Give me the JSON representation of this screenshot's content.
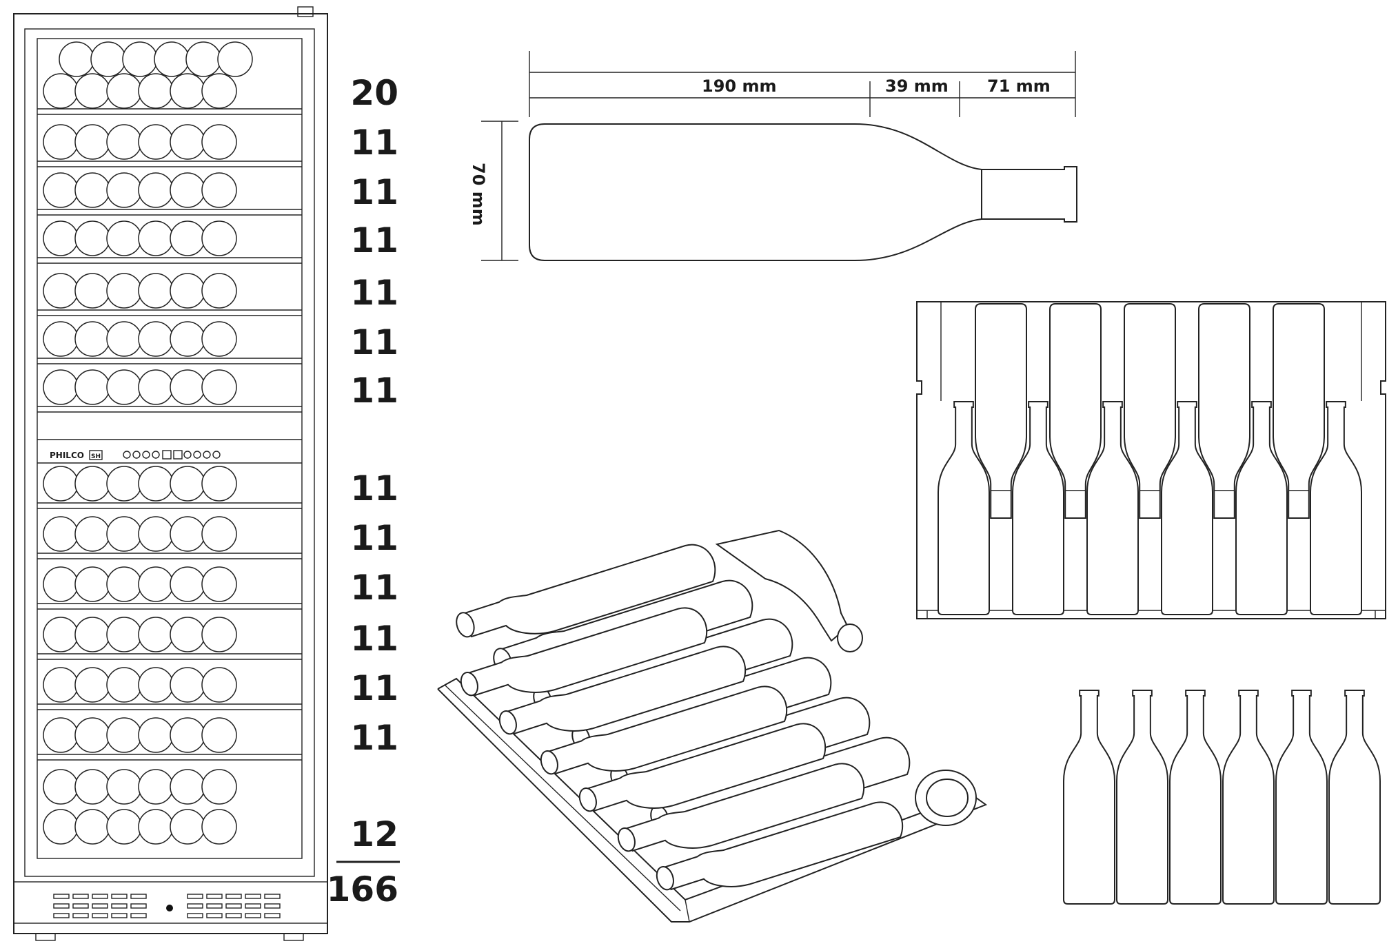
{
  "brand": {
    "name": "PHILCO",
    "badge": "SH"
  },
  "shelf_counts": [
    "20",
    "11",
    "11",
    "11",
    "11",
    "11",
    "11",
    "11",
    "11",
    "11",
    "11",
    "11",
    "11",
    "12"
  ],
  "total_count": "166",
  "dimensions": {
    "length_1": "190 mm",
    "length_2": "39 mm",
    "length_3": "71 mm",
    "diameter": "70 mm"
  }
}
